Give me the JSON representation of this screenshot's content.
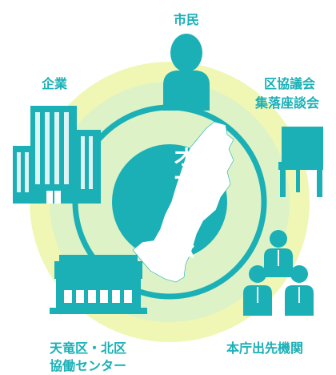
{
  "center": {
    "title_lines": [
      "オ",
      "ー",
      "ル",
      "浜",
      "松"
    ]
  },
  "nodes": {
    "citizens": {
      "label": "市民",
      "icon": "person-icon"
    },
    "companies": {
      "label": "企業",
      "icon": "office-buildings-icon"
    },
    "district_council": {
      "label_lines": [
        "区協議会",
        "集落座談会"
      ],
      "icon": "chair-icon"
    },
    "ward_collab": {
      "label_lines": [
        "天竜区・北区",
        "協働センター"
      ],
      "icon": "public-building-icon"
    },
    "city_hall": {
      "label": "本庁出先機関",
      "icon": "staff-group-icon"
    }
  },
  "colors": {
    "teal": "#1ab0b6",
    "outer_ring": "#f0f7b5",
    "inner_ring": "#ddf2c7",
    "white": "#ffffff"
  }
}
